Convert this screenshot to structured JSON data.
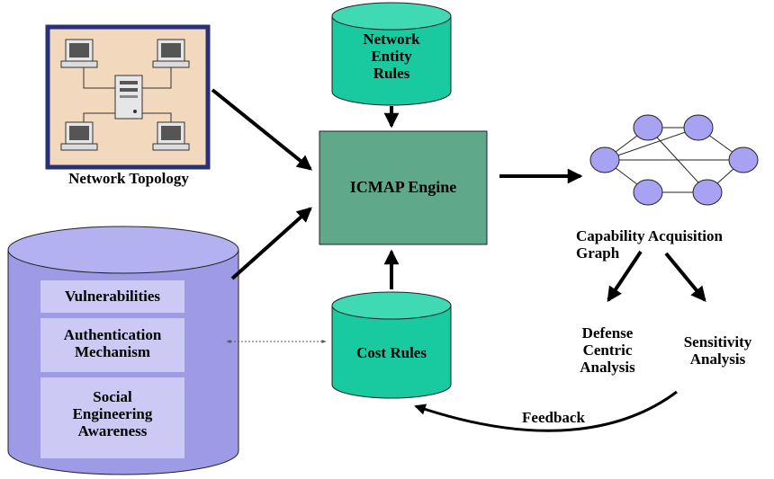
{
  "network_topology": {
    "label": "Network Topology"
  },
  "rule_stores": {
    "network_entity_rules": "Network\nEntity\nRules",
    "cost_rules": "Cost Rules"
  },
  "engine": {
    "label": "ICMAP Engine"
  },
  "graph": {
    "label": "Capability Acquisition\nGraph"
  },
  "analyses": {
    "defense_centric": "Defense\nCentric\nAnalysis",
    "sensitivity": "Sensitivity\nAnalysis"
  },
  "feedback": {
    "label": "Feedback"
  },
  "database": {
    "items": [
      "Vulnerabilities",
      "Authentication\nMechanism",
      "Social\nEngineering\nAwareness"
    ]
  },
  "colors": {
    "cylinder_teal": "#19c9a0",
    "engine_green": "#5fa88a",
    "node_lavender": "#a8a2f3",
    "db_blue": "#9d9ae6",
    "db_panel": "#cccaf4",
    "topology_bg": "#f2d9bd",
    "topology_border": "#2a2f7a"
  }
}
